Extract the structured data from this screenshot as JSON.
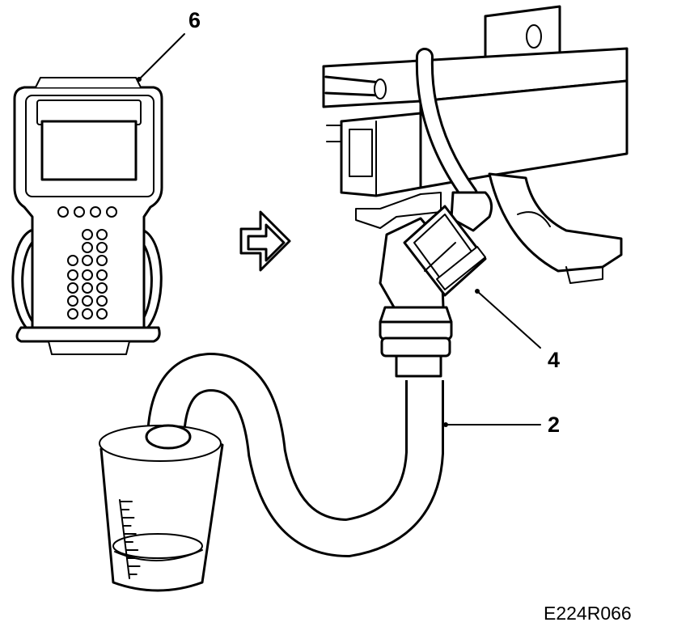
{
  "callouts": {
    "scan_tool": "6",
    "connector": "4",
    "hose": "2"
  },
  "figure_code": "E224R066",
  "colors": {
    "line": "#000000",
    "background": "#ffffff"
  }
}
